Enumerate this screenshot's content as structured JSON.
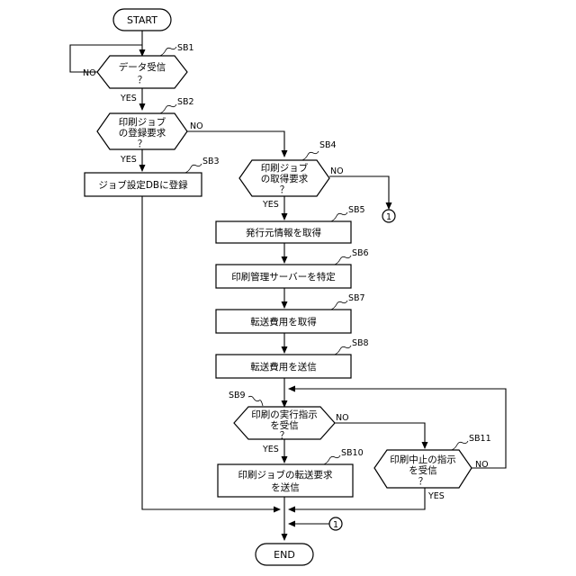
{
  "start": "START",
  "end": "END",
  "yes": "YES",
  "no": "NO",
  "connector": "1",
  "steps": {
    "SB1": {
      "id": "SB1",
      "lines": [
        "データ受信",
        "？"
      ]
    },
    "SB2": {
      "id": "SB2",
      "lines": [
        "印刷ジョブ",
        "の登録要求",
        "？"
      ]
    },
    "SB3": {
      "id": "SB3",
      "lines": [
        "ジョブ設定DBに登録"
      ]
    },
    "SB4": {
      "id": "SB4",
      "lines": [
        "印刷ジョブ",
        "の取得要求",
        "？"
      ]
    },
    "SB5": {
      "id": "SB5",
      "lines": [
        "発行元情報を取得"
      ]
    },
    "SB6": {
      "id": "SB6",
      "lines": [
        "印刷管理サーバーを特定"
      ]
    },
    "SB7": {
      "id": "SB7",
      "lines": [
        "転送費用を取得"
      ]
    },
    "SB8": {
      "id": "SB8",
      "lines": [
        "転送費用を送信"
      ]
    },
    "SB9": {
      "id": "SB9",
      "lines": [
        "印刷の実行指示",
        "を受信",
        "？"
      ]
    },
    "SB10": {
      "id": "SB10",
      "lines": [
        "印刷ジョブの転送要求",
        "を送信"
      ]
    },
    "SB11": {
      "id": "SB11",
      "lines": [
        "印刷中止の指示",
        "を受信",
        "？"
      ]
    }
  }
}
